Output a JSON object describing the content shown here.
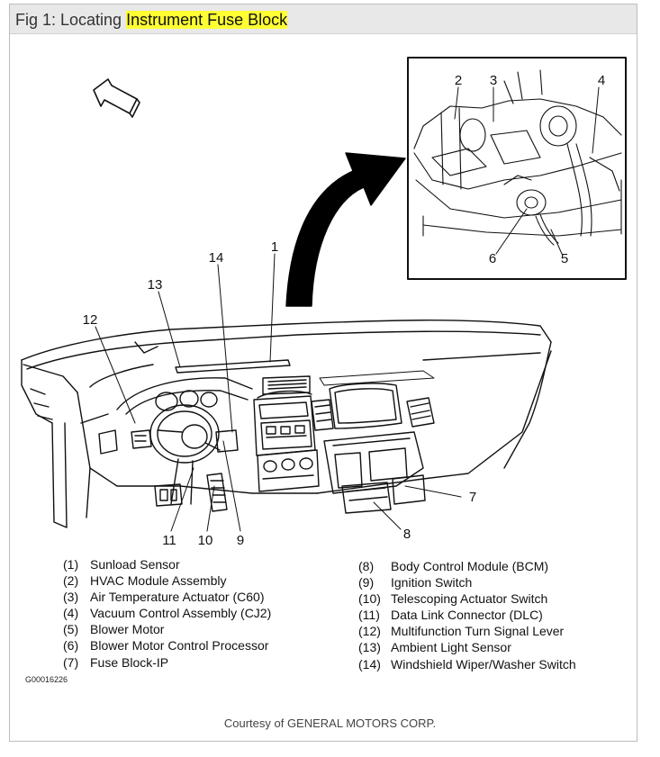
{
  "header": {
    "title_prefix": "Fig 1: Locating ",
    "title_highlight": "Instrument Fuse Block",
    "highlight_color": "#ffff33"
  },
  "diagram": {
    "callouts": [
      "1",
      "2",
      "3",
      "4",
      "5",
      "6",
      "7",
      "8",
      "9",
      "10",
      "11",
      "12",
      "13",
      "14"
    ]
  },
  "legend": {
    "left": [
      {
        "num": "(1)",
        "label": "Sunload Sensor"
      },
      {
        "num": "(2)",
        "label": "HVAC Module Assembly"
      },
      {
        "num": "(3)",
        "label": "Air Temperature Actuator (C60)"
      },
      {
        "num": "(4)",
        "label": "Vacuum Control Assembly (CJ2)"
      },
      {
        "num": "(5)",
        "label": "Blower Motor"
      },
      {
        "num": "(6)",
        "label": "Blower Motor Control Processor"
      },
      {
        "num": "(7)",
        "label": "Fuse Block-IP"
      }
    ],
    "right": [
      {
        "num": "(8)",
        "label": "Body Control Module (BCM)"
      },
      {
        "num": "(9)",
        "label": "Ignition Switch"
      },
      {
        "num": "(10)",
        "label": "Telescoping Actuator Switch"
      },
      {
        "num": "(11)",
        "label": "Data Link Connector (DLC)"
      },
      {
        "num": "(12)",
        "label": "Multifunction Turn Signal Lever"
      },
      {
        "num": "(13)",
        "label": "Ambient Light Sensor"
      },
      {
        "num": "(14)",
        "label": "Windshield Wiper/Washer Switch"
      }
    ]
  },
  "figure_code": "G00016226",
  "footer": {
    "courtesy": "Courtesy of GENERAL MOTORS CORP."
  }
}
